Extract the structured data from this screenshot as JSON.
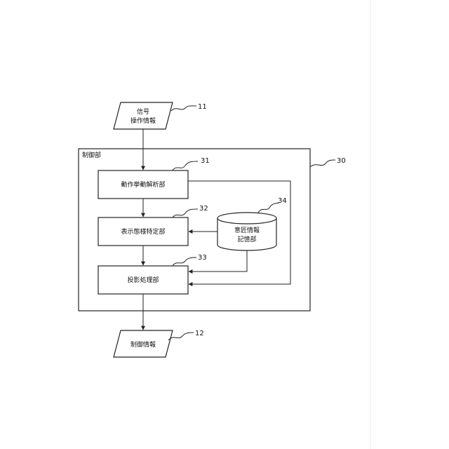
{
  "input_signal": {
    "line1": "信号",
    "line2": "操作情報",
    "ref": "11"
  },
  "control_unit": {
    "label": "制御部",
    "ref": "30"
  },
  "motion_analysis": {
    "label": "動作挙動解析部",
    "ref": "31"
  },
  "display_mode": {
    "label": "表示態様特定部",
    "ref": "32"
  },
  "projection": {
    "label": "投影処理部",
    "ref": "33"
  },
  "design_storage": {
    "line1": "意匠情報",
    "line2": "記憶部",
    "ref": "34"
  },
  "output_control": {
    "label": "制御情報",
    "ref": "12"
  }
}
